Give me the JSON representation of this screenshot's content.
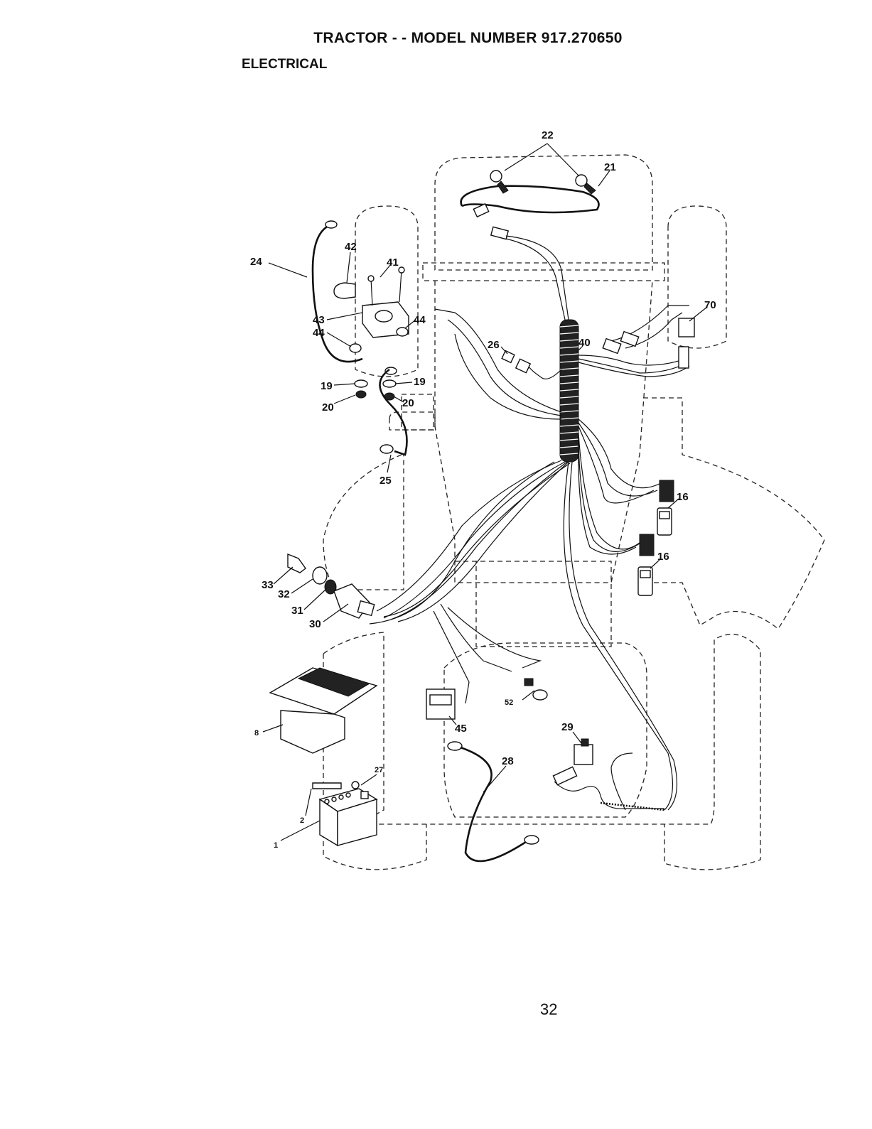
{
  "header": {
    "title": "TRACTOR - - MODEL NUMBER 917.270650",
    "section": "ELECTRICAL"
  },
  "page_number": "32",
  "callouts": {
    "c1": "1",
    "c2": "2",
    "c8": "8",
    "c16a": "16",
    "c16b": "16",
    "c19a": "19",
    "c19b": "19",
    "c20a": "20",
    "c20b": "20",
    "c21": "21",
    "c22": "22",
    "c24": "24",
    "c25": "25",
    "c26": "26",
    "c27": "27",
    "c28": "28",
    "c29": "29",
    "c30": "30",
    "c31": "31",
    "c32": "32",
    "c33": "33",
    "c40": "40",
    "c41": "41",
    "c42": "42",
    "c43": "43",
    "c44a": "44",
    "c44b": "44",
    "c45": "45",
    "c52": "52",
    "c70": "70"
  }
}
